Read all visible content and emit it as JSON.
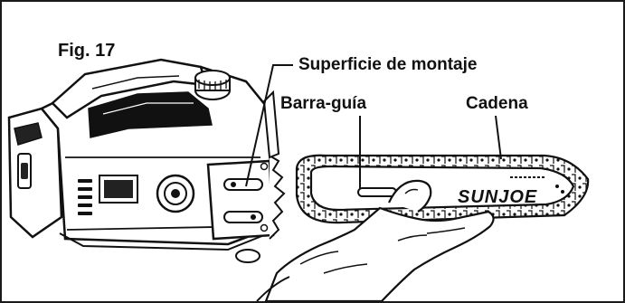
{
  "figure": {
    "title": "Fig. 17",
    "labels": {
      "mounting_surface": "Superficie de montaje",
      "guide_bar": "Barra-guía",
      "chain": "Cadena"
    },
    "bar_logo": "SUNJOE"
  },
  "colors": {
    "line": "#111111",
    "fill": "#ffffff",
    "dark_fill": "#222222",
    "frame": "#1a1a1a"
  }
}
